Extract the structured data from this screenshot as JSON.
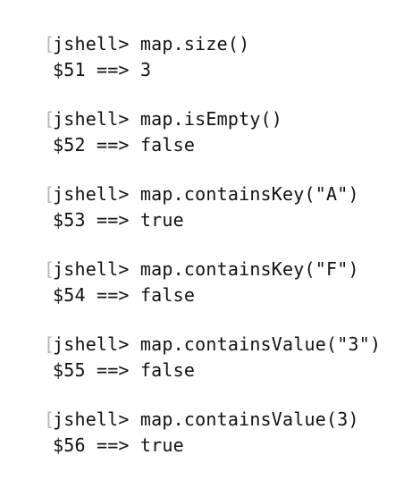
{
  "terminal": {
    "entries": [
      {
        "prompt": "jshell>",
        "command": "map.size()",
        "result_var": "$51",
        "arrow": "==>",
        "result": "3"
      },
      {
        "prompt": "jshell>",
        "command": "map.isEmpty()",
        "result_var": "$52",
        "arrow": "==>",
        "result": "false"
      },
      {
        "prompt": "jshell>",
        "command": "map.containsKey(\"A\")",
        "result_var": "$53",
        "arrow": "==>",
        "result": "true"
      },
      {
        "prompt": "jshell>",
        "command": "map.containsKey(\"F\")",
        "result_var": "$54",
        "arrow": "==>",
        "result": "false"
      },
      {
        "prompt": "jshell>",
        "command": "map.containsValue(\"3\")",
        "result_var": "$55",
        "arrow": "==>",
        "result": "false"
      },
      {
        "prompt": "jshell>",
        "command": "map.containsValue(3)",
        "result_var": "$56",
        "arrow": "==>",
        "result": "true"
      }
    ],
    "bracket_glyph": "[",
    "colors": {
      "background": "#ffffff",
      "text": "#111111",
      "bracket": "#b5b5b5"
    }
  }
}
